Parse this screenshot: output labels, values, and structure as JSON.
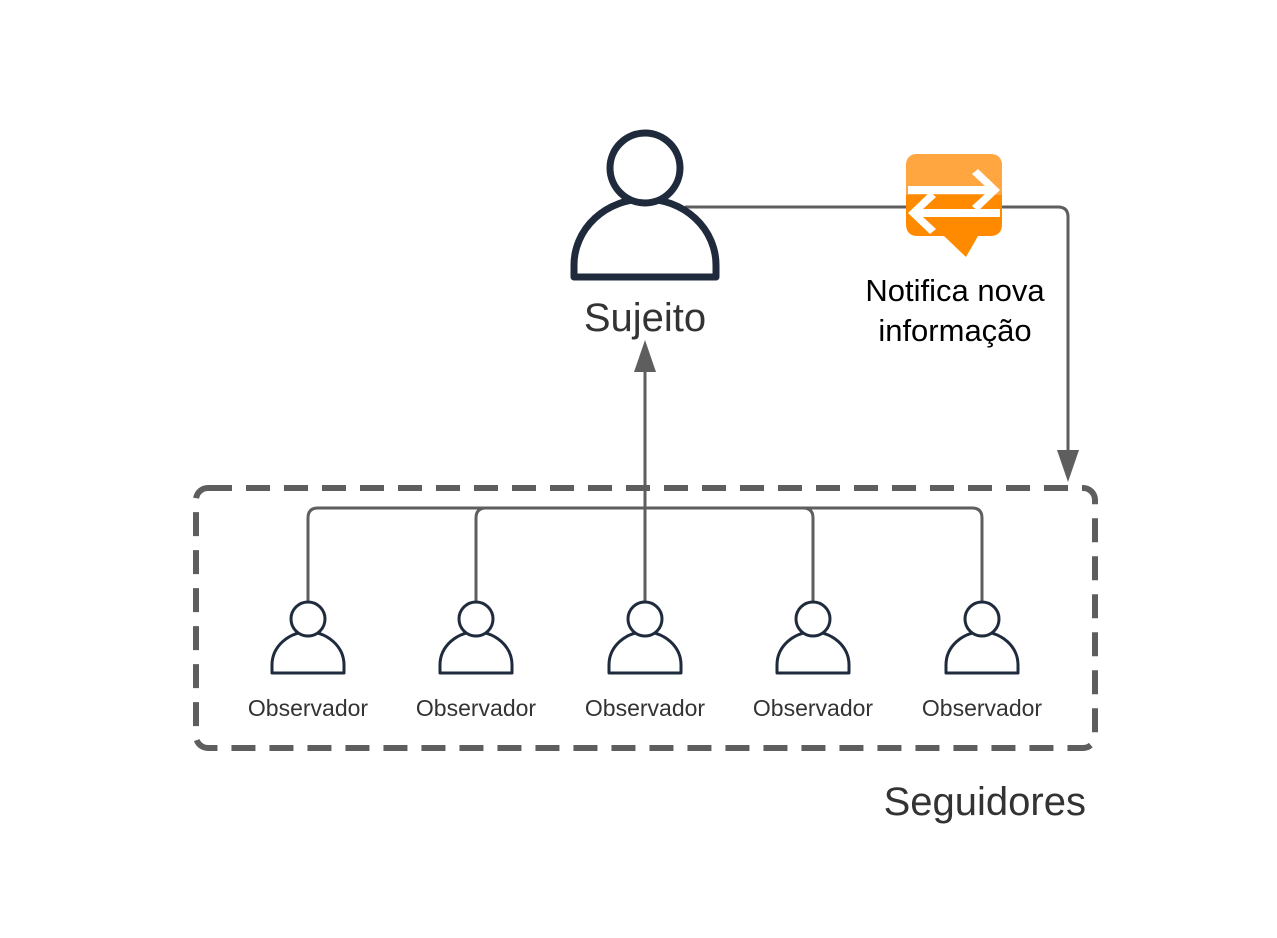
{
  "subject": {
    "label": "Sujeito",
    "icon": "user-icon"
  },
  "notification": {
    "label_lines": [
      "Notifica nova",
      "informação"
    ],
    "icon": "exchange-message-icon",
    "icon_color": "#FF8A00",
    "icon_color_light": "#FFA640"
  },
  "followers_group": {
    "label": "Seguidores",
    "observers": [
      {
        "label": "Observador",
        "icon": "user-icon"
      },
      {
        "label": "Observador",
        "icon": "user-icon"
      },
      {
        "label": "Observador",
        "icon": "user-icon"
      },
      {
        "label": "Observador",
        "icon": "user-icon"
      },
      {
        "label": "Observador",
        "icon": "user-icon"
      }
    ]
  },
  "colors": {
    "icon_stroke": "#1F2B3D",
    "connector": "#5E5E5E",
    "text": "#333333"
  }
}
